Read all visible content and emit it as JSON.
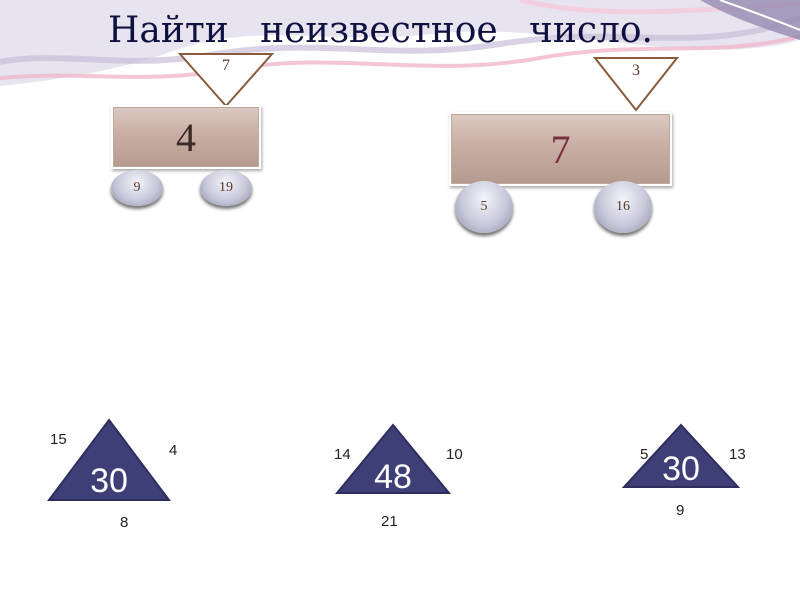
{
  "title": {
    "w1": "Найти",
    "w2": "неизвестное",
    "w3": "число."
  },
  "carts": [
    {
      "top": "7",
      "body": "4",
      "wheels": [
        "9",
        "19"
      ]
    },
    {
      "top": "3",
      "body": "7",
      "wheels": [
        "5",
        "16"
      ]
    }
  ],
  "triangles": [
    {
      "center": "30",
      "left": "15",
      "right": "4",
      "bottom": "8"
    },
    {
      "center": "48",
      "left": "14",
      "right": "10",
      "bottom": "21"
    },
    {
      "center": "30",
      "left": "5",
      "right": "13",
      "bottom": "9"
    }
  ]
}
